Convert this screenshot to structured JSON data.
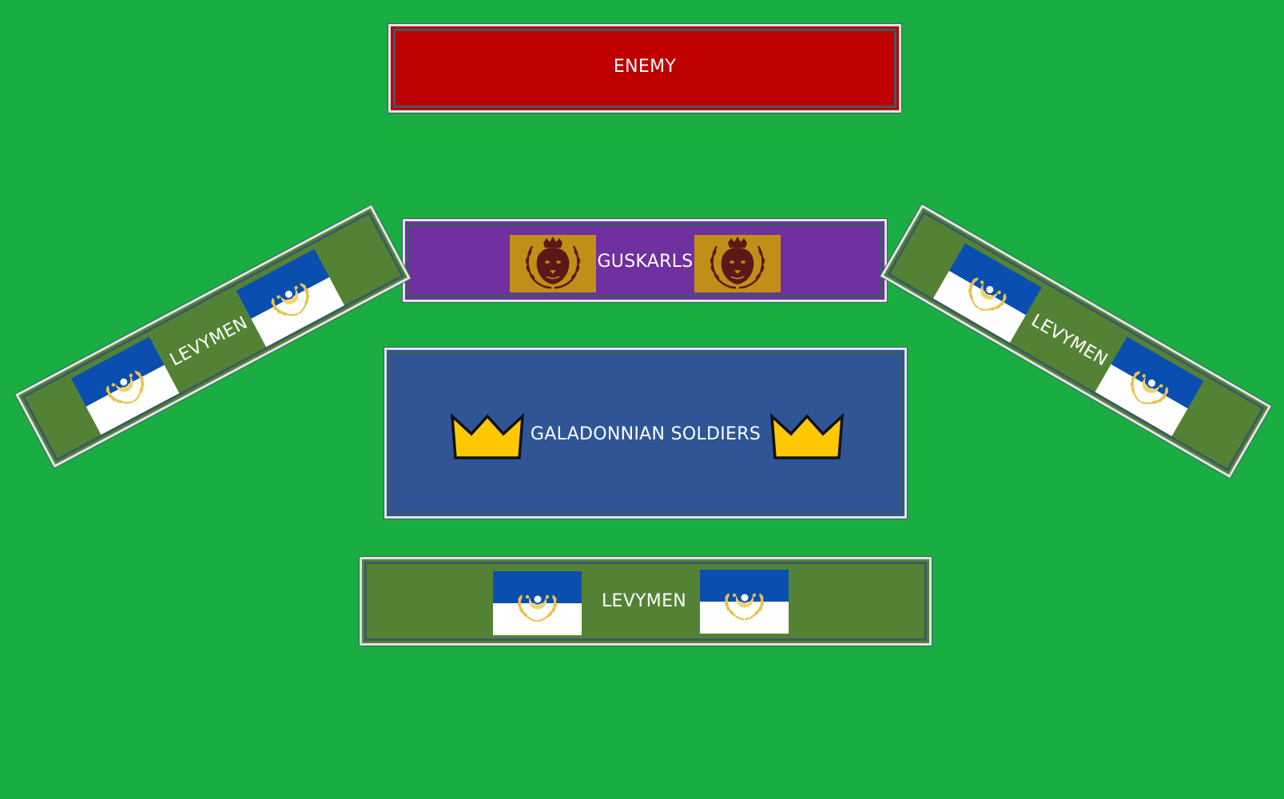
{
  "formation": {
    "enemy": {
      "label": "ENEMY",
      "color": "#bf0000"
    },
    "guskarls": {
      "label": "GUSKARLS",
      "color": "#7030a0",
      "emblem": "lion-emblem-icon",
      "emblem_bg": "#b8860b"
    },
    "soldiers": {
      "label": "GALADONNIAN SOLDIERS",
      "color": "#2f5597",
      "emblem": "crown-icon",
      "emblem_color": "#ffc800"
    },
    "levy_left": {
      "label": "LEVYMEN",
      "color": "#548235",
      "emblem": "crescent-flag-icon"
    },
    "levy_right": {
      "label": "LEVYMEN",
      "color": "#548235",
      "emblem": "crescent-flag-icon"
    },
    "levy_rear": {
      "label": "LEVYMEN",
      "color": "#548235",
      "emblem": "crescent-flag-icon"
    }
  },
  "colors": {
    "field": "#1aad42",
    "flag_blue": "#0047ab",
    "flag_white": "#ffffff",
    "laurel_gold": "#e8c34a"
  }
}
